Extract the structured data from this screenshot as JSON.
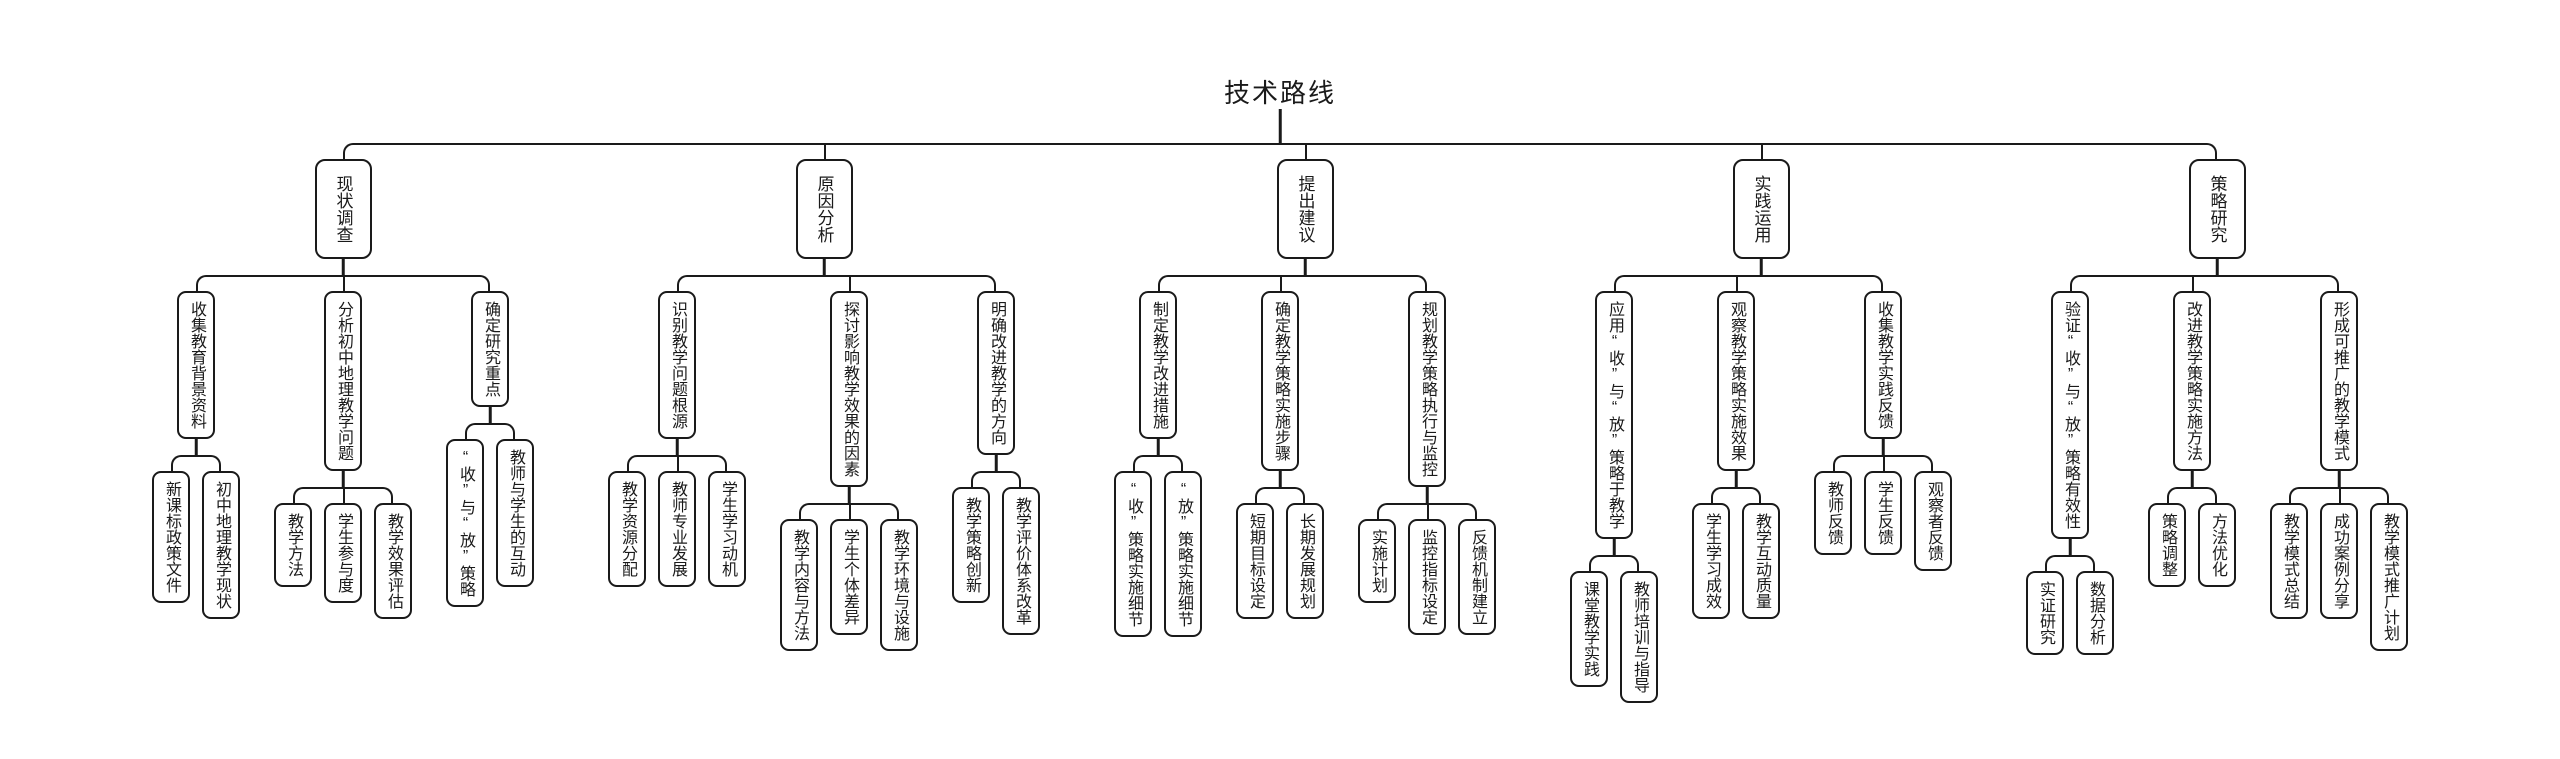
{
  "title": "技术路线",
  "colors": {
    "page_background": "#ffffff",
    "node_background": "#ffffff",
    "node_border": "#1a1a1a",
    "line": "#1a1a1a",
    "text": "#1a1a1a"
  },
  "tree": {
    "label": "技术路线",
    "children": [
      {
        "label": "现状调查",
        "children": [
          {
            "label": "收集教育背景资料",
            "children": [
              {
                "label": "新课标政策文件"
              },
              {
                "label": "初中地理教学现状"
              }
            ]
          },
          {
            "label": "分析初中地理教学问题",
            "children": [
              {
                "label": "教学方法"
              },
              {
                "label": "学生参与度"
              },
              {
                "label": "教学效果评估"
              }
            ]
          },
          {
            "label": "确定研究重点",
            "children": [
              {
                "label": "“收”与“放”策略"
              },
              {
                "label": "教师与学生的互动"
              }
            ]
          }
        ]
      },
      {
        "label": "原因分析",
        "children": [
          {
            "label": "识别教学问题根源",
            "children": [
              {
                "label": "教学资源分配"
              },
              {
                "label": "教师专业发展"
              },
              {
                "label": "学生学习动机"
              }
            ]
          },
          {
            "label": "探讨影响教学效果的因素",
            "children": [
              {
                "label": "教学内容与方法"
              },
              {
                "label": "学生个体差异"
              },
              {
                "label": "教学环境与设施"
              }
            ]
          },
          {
            "label": "明确改进教学的方向",
            "children": [
              {
                "label": "教学策略创新"
              },
              {
                "label": "教学评价体系改革"
              }
            ]
          }
        ]
      },
      {
        "label": "提出建议",
        "children": [
          {
            "label": "制定教学改进措施",
            "children": [
              {
                "label": "“收”策略实施细节"
              },
              {
                "label": "“放”策略实施细节"
              }
            ]
          },
          {
            "label": "确定教学策略实施步骤",
            "children": [
              {
                "label": "短期目标设定"
              },
              {
                "label": "长期发展规划"
              }
            ]
          },
          {
            "label": "规划教学策略执行与监控",
            "children": [
              {
                "label": "实施计划"
              },
              {
                "label": "监控指标设定"
              },
              {
                "label": "反馈机制建立"
              }
            ]
          }
        ]
      },
      {
        "label": "实践运用",
        "children": [
          {
            "label": "应用“收”与“放”策略于教学",
            "children": [
              {
                "label": "课堂教学实践"
              },
              {
                "label": "教师培训与指导"
              }
            ]
          },
          {
            "label": "观察教学策略实施效果",
            "children": [
              {
                "label": "学生学习成效"
              },
              {
                "label": "教学互动质量"
              }
            ]
          },
          {
            "label": "收集教学实践反馈",
            "children": [
              {
                "label": "教师反馈"
              },
              {
                "label": "学生反馈"
              },
              {
                "label": "观察者反馈"
              }
            ]
          }
        ]
      },
      {
        "label": "策略研究",
        "children": [
          {
            "label": "验证“收”与“放”策略有效性",
            "children": [
              {
                "label": "实证研究"
              },
              {
                "label": "数据分析"
              }
            ]
          },
          {
            "label": "改进教学策略实施方法",
            "children": [
              {
                "label": "策略调整"
              },
              {
                "label": "方法优化"
              }
            ]
          },
          {
            "label": "形成可推广的教学模式",
            "children": [
              {
                "label": "教学模式总结"
              },
              {
                "label": "成功案例分享"
              },
              {
                "label": "教学模式推广计划"
              }
            ]
          }
        ]
      }
    ]
  }
}
